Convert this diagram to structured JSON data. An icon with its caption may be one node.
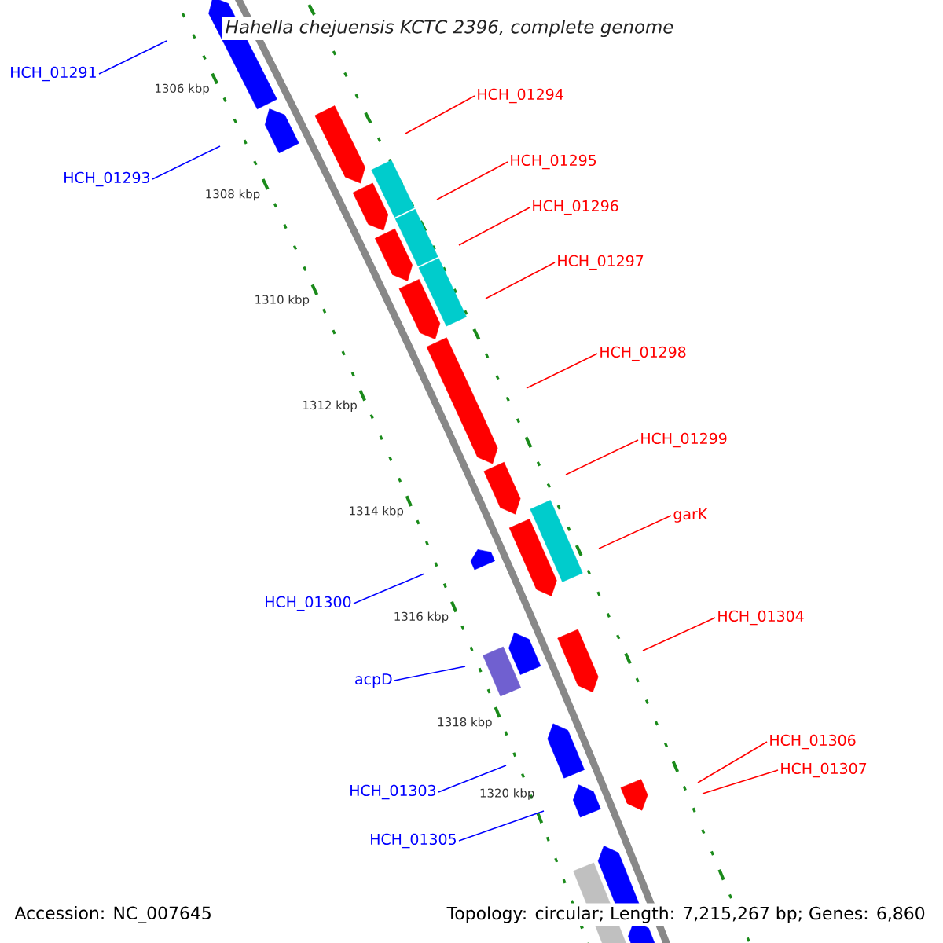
{
  "diagram": {
    "title": "Hahella chejuensis KCTC 2396, complete genome",
    "nodes": [
      {
        "text": [
          "HCH_01291"
        ]
      },
      {
        "text": [
          "HCH_01294"
        ]
      },
      {
        "text": [
          "HCH_01295"
        ]
      },
      {
        "text": [
          "HCH_01293"
        ]
      },
      {
        "text": [
          "HCH_01296"
        ]
      },
      {
        "text": [
          "HCH_01297"
        ]
      },
      {
        "text": [
          "HCH_01298"
        ]
      },
      {
        "text": [
          "HCH_01299"
        ]
      },
      {
        "text": [
          "garK"
        ]
      },
      {
        "text": [
          "HCH_01300"
        ]
      },
      {
        "text": [
          "HCH_01304"
        ]
      },
      {
        "text": [
          "acpD"
        ]
      },
      {
        "text": [
          "HCH_01306"
        ]
      },
      {
        "text": [
          "HCH_01307"
        ]
      },
      {
        "text": [
          "HCH_01303"
        ]
      },
      {
        "text": [
          "HCH_01305"
        ]
      }
    ],
    "edges": [
      {
        "from": 0,
        "to": null,
        "arrow": "none",
        "color": "#0000ff"
      },
      {
        "from": 1,
        "to": null,
        "arrow": "none"
      },
      {
        "from": 2,
        "to": null,
        "arrow": "none"
      },
      {
        "from": 3,
        "to": null,
        "arrow": "none",
        "color": "#0000ff"
      },
      {
        "from": 4,
        "to": null,
        "arrow": "none"
      },
      {
        "from": 5,
        "to": null,
        "arrow": "none"
      },
      {
        "from": 6,
        "to": null,
        "arrow": "none"
      },
      {
        "from": 7,
        "to": null,
        "arrow": "none"
      },
      {
        "from": 8,
        "to": null,
        "arrow": "none"
      },
      {
        "from": 9,
        "to": null,
        "arrow": "none",
        "color": "#0000ff"
      },
      {
        "from": 10,
        "to": null,
        "arrow": "none"
      },
      {
        "from": 11,
        "to": null,
        "arrow": "none",
        "color": "#0000ff"
      },
      {
        "from": 12,
        "to": null,
        "arrow": "none"
      },
      {
        "from": 13,
        "to": null,
        "arrow": "none"
      },
      {
        "from": 14,
        "to": null,
        "arrow": "none",
        "color": "#0000ff"
      },
      {
        "from": 15,
        "to": null,
        "arrow": "none",
        "color": "#0000ff"
      }
    ],
    "labels": [
      "1306 kbp",
      "1308 kbp",
      "1310 kbp",
      "1312 kbp",
      "1314 kbp",
      "1316 kbp",
      "1318 kbp",
      "1320 kbp",
      "Accession: NC_007645",
      "Topology: circular; Length: 7,215,267 bp; Genes: 6,860"
    ]
  }
}
